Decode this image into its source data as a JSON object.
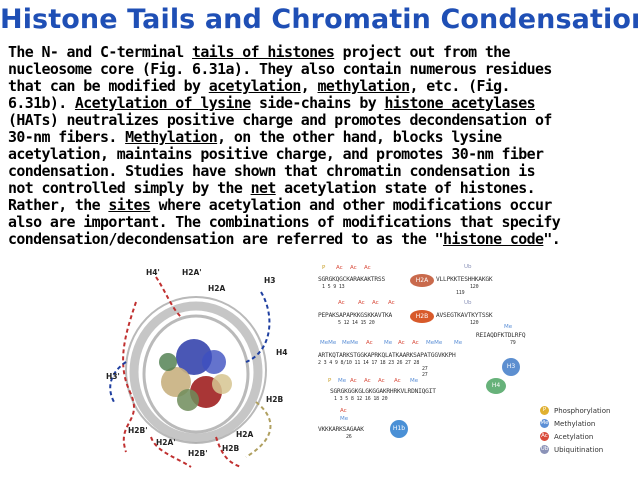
{
  "title": "Histone Tails and Chromatin Condensation",
  "paragraph": {
    "l1_a": "The N- and C-terminal ",
    "l1_u": "tails of histones",
    "l1_b": " project out from the",
    "l2": "nucleosome core (Fig. 6.31a). They also contain numerous residues",
    "l3_a": "that can be modified by ",
    "l3_u1": "acetylation",
    "l3_b": ", ",
    "l3_u2": "methylation",
    "l3_c": ", etc. (Fig.",
    "l4_a": "6.31b). ",
    "l4_u1": "Acetylation of lysine",
    "l4_b": " side-chains by ",
    "l4_u2": "histone acetylases",
    "l5": "(HATs) neutralizes positive charge and promotes decondensation of",
    "l6_a": "30-nm fibers. ",
    "l6_u": "Methylation",
    "l6_b": ", on the other hand, blocks lysine",
    "l7": "acetylation, maintains positive charge, and promotes 30-nm fiber",
    "l8": "condensation. Studies have shown that chromatin condensation is",
    "l9_a": "not controlled simply by the ",
    "l9_u": "net",
    "l9_b": " acetylation state of histones.",
    "l10_a": "Rather, the ",
    "l10_u": "sites",
    "l10_b": " where acetylation and other modifications occur",
    "l11": "also are important. The combinations of modifications that specify",
    "l12_a": "condensation/decondensation are referred to as the \"",
    "l12_u": "histone code",
    "l12_b": "\"."
  },
  "figure_left": {
    "labels": {
      "h4p": "H4'",
      "h2ap_top": "H2A'",
      "h2a_top": "H2A",
      "h3": "H3",
      "h4": "H4",
      "h3p": "H3'",
      "h2b_right": "H2B",
      "h2a_right": "H2A",
      "h2bp": "H2B'",
      "h2ap_bottom": "H2A'",
      "h2b_bottom": "H2B"
    }
  },
  "figure_right": {
    "h2a_seq": "SGRGKQGCKARAKAKTRSS",
    "h2a_label": "H2A",
    "h2a_c_seq": "VLLPKKTESHHKAKGK",
    "h2b_seq": "PEPAKSAPAPKKGSKKAVTKA",
    "h2b_label": "H2B",
    "h2b_c_seq": "AVSEGTKAVTKYTSSK",
    "h3_top_seq": "REIAQDFKTDLRFQ",
    "h3_seq": "ARTKQTARKSTGGKAPRKQLATKAARKSAPATGGVKKPH",
    "h3_label": "H3",
    "h4_seq": "SGRGKGGKGLGKGGAKRHRKVLRDNIQGIT",
    "h4_label": "H4",
    "h1_seq": "VKKKARKSAGAAK",
    "h1_label": "H1b",
    "nums_h2a": "1    5    9     13",
    "nums_h2a_c": "120",
    "nums_h2a_c2": "119",
    "nums_h2b": "5         12 14 15    20",
    "nums_h2b_c": "120",
    "nums_h3_top": "79",
    "nums_h3": "2 3 4      9 8/10 11   14  17 18     23   26 27 28",
    "nums_h3_b": "27",
    "nums_h3_c": "27",
    "nums_h4": "1   3    5    8      12     16  18  20",
    "nums_h1": "26",
    "mod_ac": "Ac",
    "mod_me": "Me",
    "mod_p": "P",
    "mod_ub": "Ub",
    "mod_meme": "MeMe"
  },
  "legend": {
    "items": [
      {
        "symbol": "P",
        "label": "Phosphorylation",
        "color": "#e0b030"
      },
      {
        "symbol": "Me",
        "label": "Methylation",
        "color": "#5b8fd6"
      },
      {
        "symbol": "Ac",
        "label": "Acetylation",
        "color": "#d94a3a"
      },
      {
        "symbol": "Ub",
        "label": "Ubiquitination",
        "color": "#8b93b8"
      }
    ]
  },
  "colors": {
    "title": "#1f4fb5",
    "h2a": "#c96a4c",
    "h2b": "#d85a2a",
    "h3": "#5d8fd0",
    "h4": "#67b27a",
    "h1": "#4a90d6",
    "acetyl": "#d94a3a",
    "methyl": "#5b8fd6",
    "phos": "#e0b030",
    "ubiq": "#8b93b8"
  }
}
